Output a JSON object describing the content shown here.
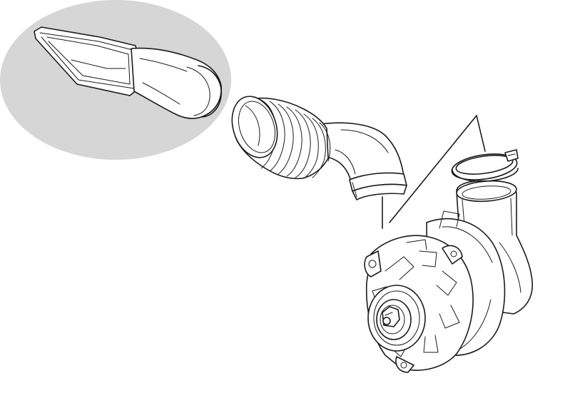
{
  "diagram": {
    "background_color": "#ffffff",
    "line_color": "#1a1a1a",
    "highlight_color": "#d6d6d6",
    "parts": [
      {
        "id": "air-intake-duct",
        "icon": "flat-duct-icon",
        "highlighted": true
      },
      {
        "id": "corrugated-hose",
        "icon": "bellows-hose-icon",
        "highlighted": false
      },
      {
        "id": "hose-clamp",
        "icon": "ring-clamp-icon",
        "highlighted": false
      },
      {
        "id": "alternator",
        "icon": "alternator-icon",
        "highlighted": false
      }
    ]
  }
}
